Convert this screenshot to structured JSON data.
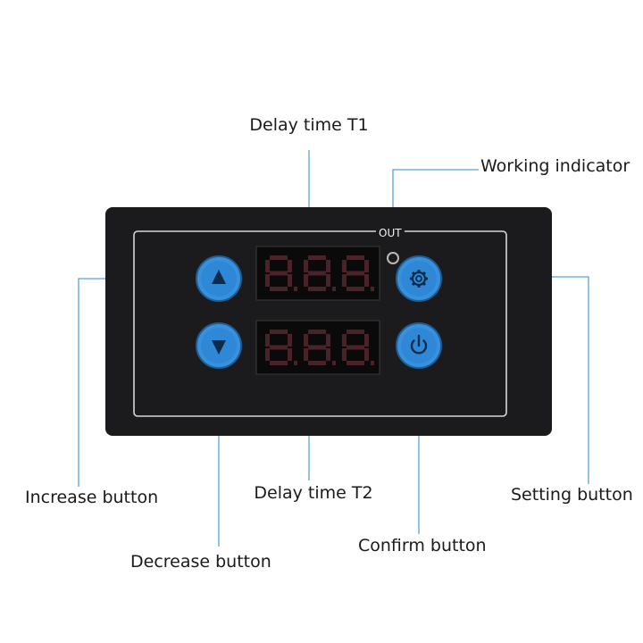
{
  "labels": {
    "delay_t1": "Delay time T1",
    "working_indicator": "Working indicator",
    "increase_button": "Increase button",
    "delay_t2": "Delay time T2",
    "setting_button": "Setting button",
    "decrease_button": "Decrease button",
    "confirm_button": "Confirm button"
  },
  "device": {
    "out_label": "OUT"
  },
  "icons": {
    "increase": "triangle-up-icon",
    "decrease": "triangle-down-icon",
    "setting": "gear-icon",
    "confirm": "power-icon"
  },
  "colors": {
    "panel": "#1b1b1d",
    "button": "#2f8cd8",
    "leader_line": "#5aa0dc",
    "display_segment": "#4a2228"
  }
}
